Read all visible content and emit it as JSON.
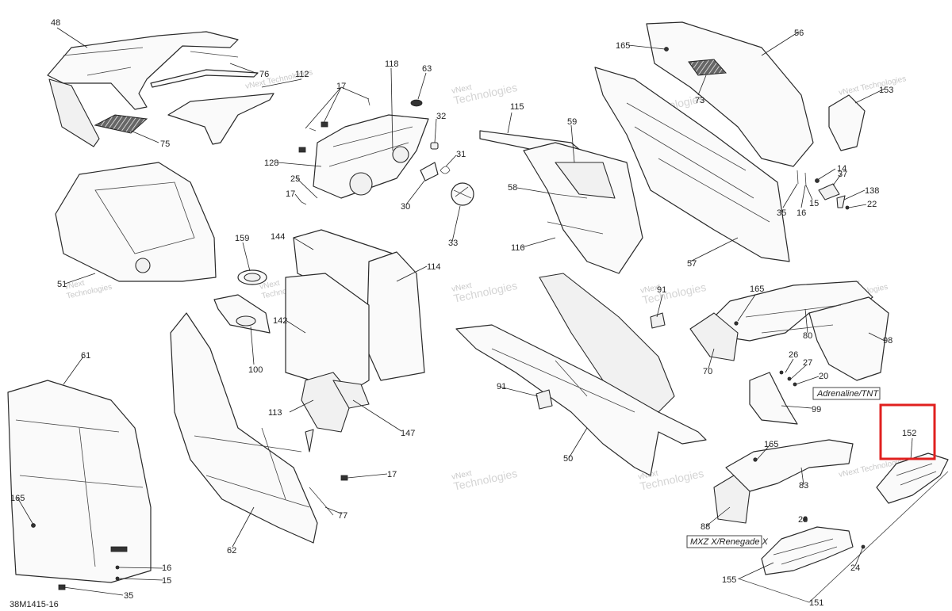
{
  "drawing_code": "38M1415-16",
  "watermark": {
    "line1": "vNext",
    "line2": "Technologies",
    "combined": "vNext Technologies"
  },
  "variants": {
    "a": "Adrenaline/TNT",
    "b": "MXZ X/Renegade X"
  },
  "highlight_label": "152",
  "callouts": [
    "48",
    "76",
    "75",
    "112",
    "118",
    "63",
    "17",
    "32",
    "31",
    "128",
    "25",
    "17",
    "30",
    "33",
    "115",
    "59",
    "58",
    "116",
    "165",
    "56",
    "73",
    "153",
    "14",
    "37",
    "138",
    "22",
    "35",
    "16",
    "15",
    "57",
    "51",
    "159",
    "144",
    "114",
    "100",
    "142",
    "113",
    "147",
    "61",
    "165",
    "16",
    "15",
    "35",
    "62",
    "77",
    "17",
    "91",
    "50",
    "91",
    "165",
    "70",
    "80",
    "98",
    "26",
    "27",
    "20",
    "99",
    "165",
    "83",
    "88",
    "23",
    "24",
    "155",
    "151"
  ],
  "colors": {
    "highlight": "#e0201f",
    "line": "#2a2a2a",
    "watermark": "#c9c9c9"
  }
}
